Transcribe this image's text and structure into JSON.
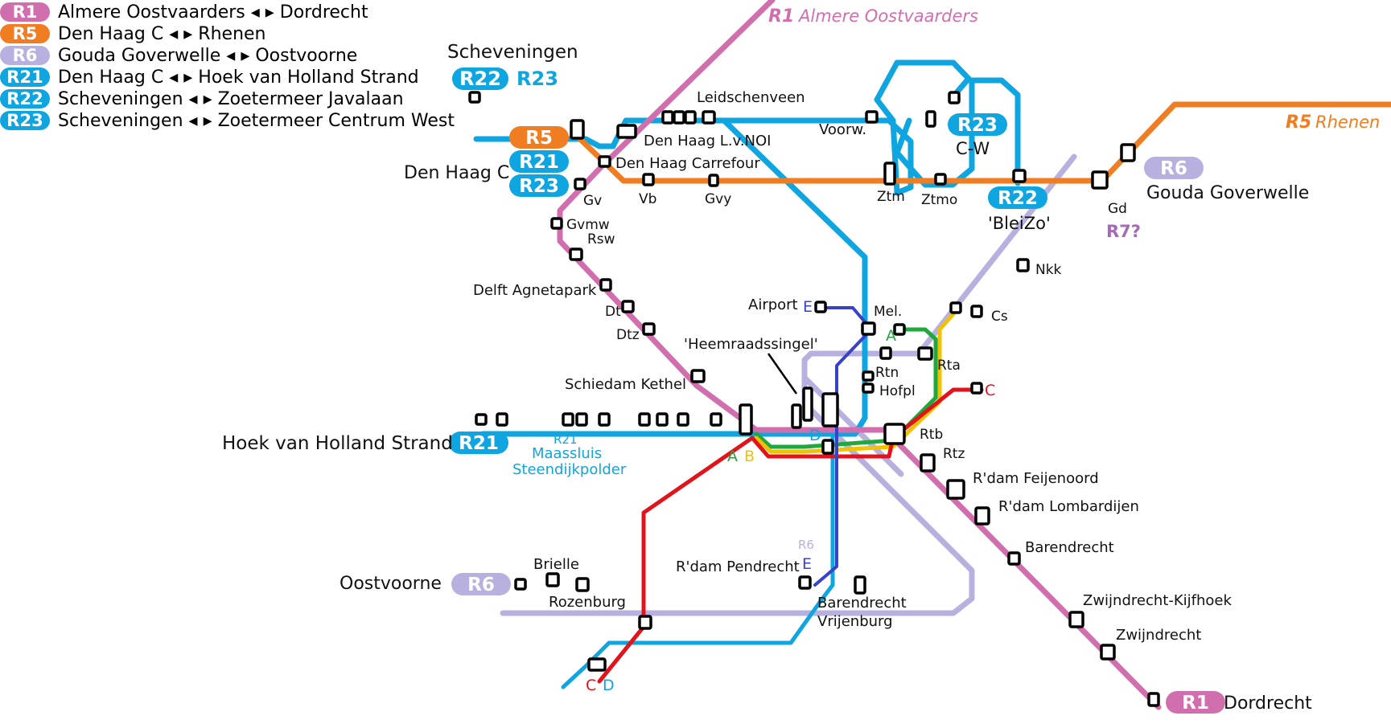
{
  "colors": {
    "R1": "#d16fae",
    "R5": "#f07d22",
    "R6": "#b8b1e0",
    "R21": "#0ea5e0",
    "red": "#e3131b",
    "green": "#1fa83c",
    "yellow": "#f2c200",
    "darkblue": "#3841c9"
  },
  "legend": [
    {
      "badge": "R1",
      "text": "Almere Oostvaarders ◂ ▸ Dordrecht",
      "color": "#d16fae"
    },
    {
      "badge": "R5",
      "text": "Den Haag C ◂ ▸ Rhenen",
      "color": "#f07d22"
    },
    {
      "badge": "R6",
      "text": "Gouda Goverwelle ◂ ▸ Oostvoorne",
      "color": "#b8b1e0"
    },
    {
      "badge": "R21",
      "text": "Den Haag C ◂ ▸ Hoek van Holland Strand",
      "color": "#0ea5e0"
    },
    {
      "badge": "R22",
      "text": "Scheveningen ◂ ▸ Zoetermeer Javalaan",
      "color": "#0ea5e0"
    },
    {
      "badge": "R23",
      "text": "Scheveningen ◂ ▸ Zoetermeer Centrum West",
      "color": "#0ea5e0"
    }
  ],
  "terminus": {
    "r1_almere": {
      "code": "R1",
      "name": "Almere Oostvaarders"
    },
    "r5_rhenen": {
      "code": "R5",
      "name": "Rhenen"
    },
    "r7": "R7?"
  },
  "badges": {
    "r22": "R22",
    "r23": "R23",
    "r5": "R5",
    "r21": "R21",
    "r23_cw": "R23",
    "r22_bleizo": "R22",
    "r6": "R6",
    "r21_hvh": "R21",
    "r6_oost": "R6",
    "r1_dord": "R1"
  },
  "stations": {
    "scheveningen": "Scheveningen",
    "leidschenveen": "Leidschenveen",
    "den_haag_lv_noi": "Den Haag L.v.NOI",
    "den_haag_carrefour": "Den Haag Carrefour",
    "den_haag_c": "Den Haag C",
    "gv": "Gv",
    "vb": "Vb",
    "gvy": "Gvy",
    "voorw": "Voorw.",
    "cw": "C-W",
    "ztm": "Ztm",
    "ztmo": "Ztmo",
    "bleizo": "'BleiZo'",
    "gd": "Gd",
    "gouda": "Gouda Goverwelle",
    "gvmw": "Gvmw",
    "rsw": "Rsw",
    "nkk": "Nkk",
    "delft_agnetapark": "Delft Agnetapark",
    "dt": "Dt",
    "dtz": "Dtz",
    "airport": "Airport",
    "mel": "Mel.",
    "cs": "Cs",
    "heemraadssingel": "'Heemraadssingel'",
    "rtn": "Rtn",
    "rta": "Rta",
    "hofpl": "Hofpl",
    "schiedam_kethel": "Schiedam Kethel",
    "hvh_strand": "Hoek van Holland Strand",
    "r21_small": "R21",
    "maassluis": "Maassluis",
    "steendijkpolder": "Steendijkpolder",
    "rtb": "Rtb",
    "rtz": "Rtz",
    "feijenoord": "R'dam Feijenoord",
    "lombardijen": "R'dam Lombardijen",
    "barendrecht": "Barendrecht",
    "brielle": "Brielle",
    "rozenburg": "Rozenburg",
    "oostvoorne": "Oostvoorne",
    "pendrecht": "R'dam Pendrecht",
    "bar_vrij_1": "Barendrecht",
    "bar_vrij_2": "Vrijenburg",
    "zwijndrecht_kijfhoek": "Zwijndrecht-Kijfhoek",
    "zwijndrecht": "Zwijndrecht",
    "dordrecht": "Dordrecht"
  },
  "letters": {
    "a_green": "A",
    "b_yellow": "B",
    "a_green2": "A",
    "c_red": "C",
    "c_red2": "C",
    "d_blue": "D",
    "d_blue2": "D",
    "e_darkblue": "E",
    "e_darkblue2": "E",
    "r6_small": "R6"
  }
}
